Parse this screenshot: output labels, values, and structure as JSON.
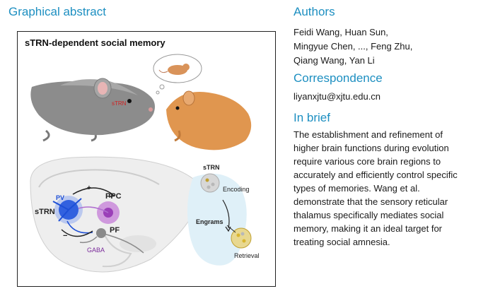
{
  "graphical_abstract": {
    "title": "Graphical abstract",
    "panel_title": "sTRN-dependent social memory",
    "labels": {
      "strn_mouse": "sTRN",
      "ppc": "PPC",
      "pv": "PV",
      "strn_brain": "sTRN",
      "pf": "PF",
      "gaba": "GABA",
      "plus": "+",
      "minus": "−",
      "strn_inset": "sTRN",
      "encoding": "Encoding",
      "engrams": "Engrams",
      "retrieval": "Retrieval"
    }
  },
  "authors": {
    "heading": "Authors",
    "lines": [
      "Feidi Wang, Huan Sun,",
      "Mingyue Chen, ..., Feng Zhu,",
      "Qiang Wang, Yan Li"
    ]
  },
  "correspondence": {
    "heading": "Correspondence",
    "email": "liyanxjtu@xjtu.edu.cn"
  },
  "in_brief": {
    "heading": "In brief",
    "lines": [
      "The establishment and refinement of",
      "higher brain functions during evolution",
      "require various core brain regions to",
      "accurately and efficiently control specific",
      "types of memories. Wang et al.",
      "demonstrate that the sensory reticular",
      "thalamus specifically mediates social",
      "memory, making it an ideal target for",
      "treating social amnesia."
    ]
  }
}
